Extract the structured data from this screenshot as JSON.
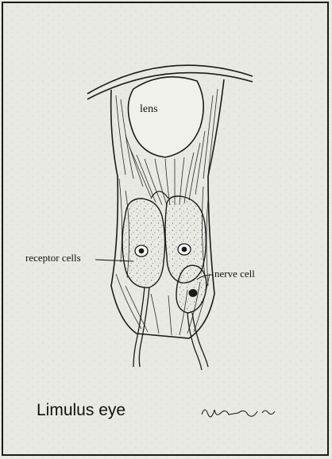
{
  "diagram": {
    "title": "Limulus eye",
    "labels": {
      "lens": "lens",
      "receptor_cells": "receptor cells",
      "nerve_cell": "nerve cell"
    },
    "signature": "artist signature (handwritten, illegible)"
  },
  "colors": {
    "paper": "#e9e9e4",
    "ink": "#1a1a1a"
  }
}
